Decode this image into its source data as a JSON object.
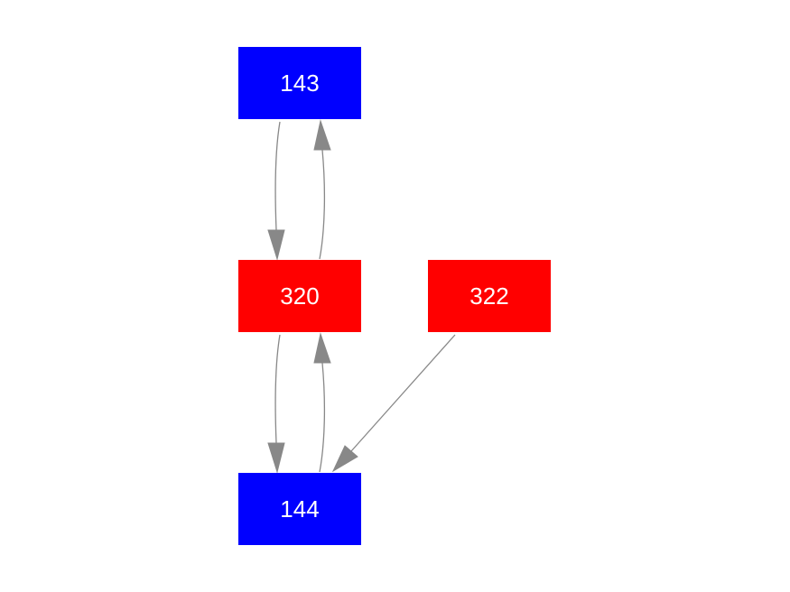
{
  "diagram": {
    "nodes": [
      {
        "id": "n143",
        "label": "143",
        "color": "#0000ff"
      },
      {
        "id": "n320",
        "label": "320",
        "color": "#ff0000"
      },
      {
        "id": "n322",
        "label": "322",
        "color": "#ff0000"
      },
      {
        "id": "n144",
        "label": "144",
        "color": "#0000ff"
      }
    ],
    "edges": [
      {
        "from": "143",
        "to": "320"
      },
      {
        "from": "320",
        "to": "143"
      },
      {
        "from": "320",
        "to": "144"
      },
      {
        "from": "144",
        "to": "320"
      },
      {
        "from": "322",
        "to": "144"
      }
    ],
    "edge_color": "#888888"
  }
}
